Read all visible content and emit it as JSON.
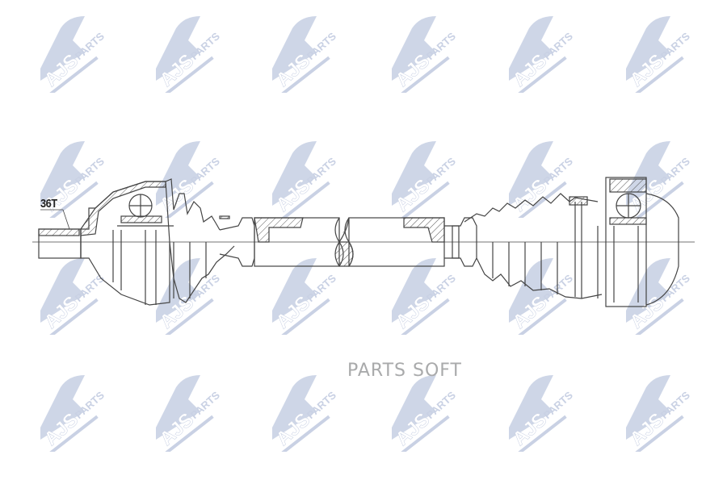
{
  "image": {
    "type": "technical-drawing",
    "subject": "drive-shaft-cv-axle",
    "background": "#ffffff",
    "line_color": "#444444"
  },
  "watermark": {
    "text_main": "AJS",
    "text_sub": "PARTS",
    "color": "#c9d1e4",
    "rows": [
      60,
      215,
      360,
      505
    ],
    "cols": [
      85,
      228,
      372,
      520,
      665,
      810
    ]
  },
  "annotation": {
    "spline_count_label": "36T"
  },
  "footer_watermark": {
    "text": "PARTS SOFT",
    "color": "#a9aaab"
  }
}
